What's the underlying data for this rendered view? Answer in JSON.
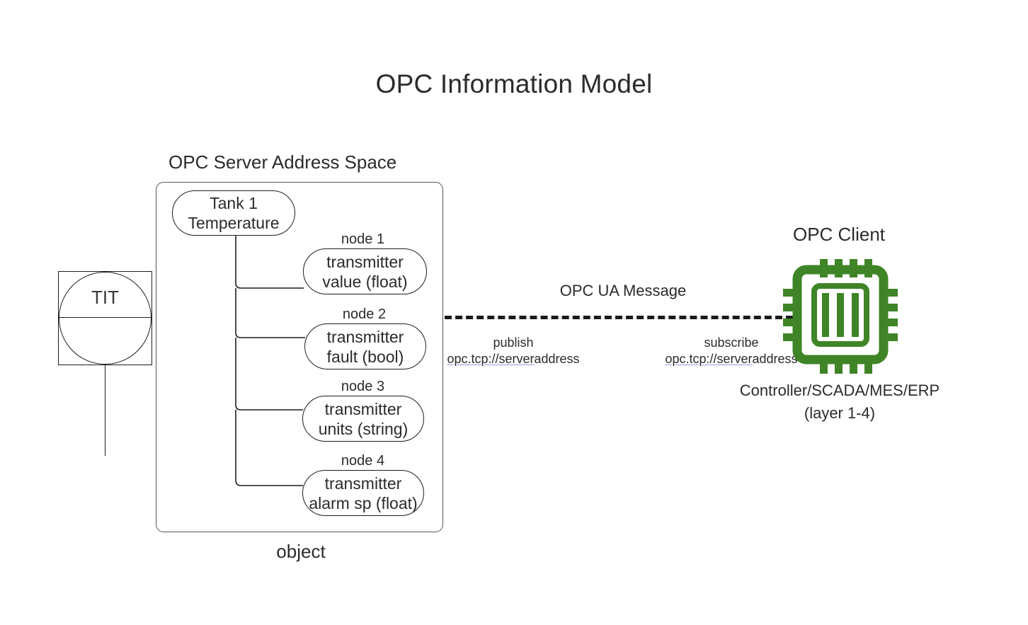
{
  "title": "OPC Information Model",
  "server": {
    "caption": "OPC Server Address Space",
    "object_caption": "object",
    "root_node": {
      "line1": "Tank 1",
      "line2": "Temperature"
    },
    "nodes": [
      {
        "caption": "node 1",
        "line1": "transmitter",
        "line2": "value (float)"
      },
      {
        "caption": "node 2",
        "line1": "transmitter",
        "line2": "fault (bool)"
      },
      {
        "caption": "node 3",
        "line1": "transmitter",
        "line2": "units (string)"
      },
      {
        "caption": "node 4",
        "line1": "transmitter",
        "line2": "alarm sp (float)"
      }
    ]
  },
  "instrument": {
    "tag": "TIT"
  },
  "message_link": {
    "label": "OPC UA Message",
    "publish": {
      "action": "publish",
      "url_scheme": "opc.tcp://server",
      "url_rest": "address"
    },
    "subscribe": {
      "action": "subscribe",
      "url_scheme": "opc.tcp://server",
      "url_rest": "address"
    }
  },
  "client": {
    "caption": "OPC Client",
    "role_line1": "Controller/SCADA/MES/ERP",
    "role_line2": "(layer 1-4)",
    "icon": "microchip-icon"
  },
  "colors": {
    "chip_green": "#3f8427",
    "stroke": "#1d1d1d",
    "container_stroke": "#565656",
    "text": "#2b2b2b",
    "url_underline": "#8f9fdc",
    "background": "#ffffff"
  }
}
